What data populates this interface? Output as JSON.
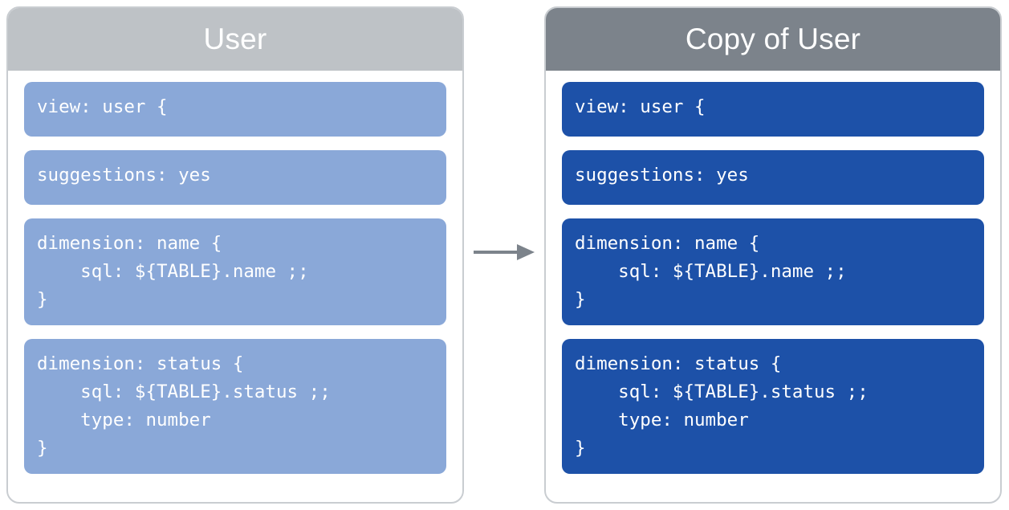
{
  "diagram": {
    "type": "before-after-copy",
    "arrow": {
      "icon": "arrow-right-icon",
      "color": "#7c838b",
      "direction": "right"
    },
    "colors": {
      "left_header_bg": "#bec2c6",
      "right_header_bg": "#7c838b",
      "left_block_bg": "#8aa8d8",
      "right_block_bg": "#1d51a8",
      "panel_border": "#c9cdd1",
      "block_text": "#ffffff",
      "header_text": "#ffffff",
      "page_bg": "#ffffff"
    },
    "panels": [
      {
        "id": "original",
        "title": "User",
        "blocks": [
          {
            "name": "view-block",
            "lines": 1,
            "code": "view: user {"
          },
          {
            "name": "suggestions-block",
            "lines": 1,
            "code": "suggestions: yes"
          },
          {
            "name": "dimension-name-block",
            "lines": 3,
            "code": "dimension: name {\n    sql: ${TABLE}.name ;;\n}"
          },
          {
            "name": "dimension-status-block",
            "lines": 4,
            "code": "dimension: status {\n    sql: ${TABLE}.status ;;\n    type: number\n}"
          }
        ]
      },
      {
        "id": "copy",
        "title": "Copy of User",
        "blocks": [
          {
            "name": "view-block",
            "lines": 1,
            "code": "view: user {"
          },
          {
            "name": "suggestions-block",
            "lines": 1,
            "code": "suggestions: yes"
          },
          {
            "name": "dimension-name-block",
            "lines": 3,
            "code": "dimension: name {\n    sql: ${TABLE}.name ;;\n}"
          },
          {
            "name": "dimension-status-block",
            "lines": 4,
            "code": "dimension: status {\n    sql: ${TABLE}.status ;;\n    type: number\n}"
          }
        ]
      }
    ]
  }
}
